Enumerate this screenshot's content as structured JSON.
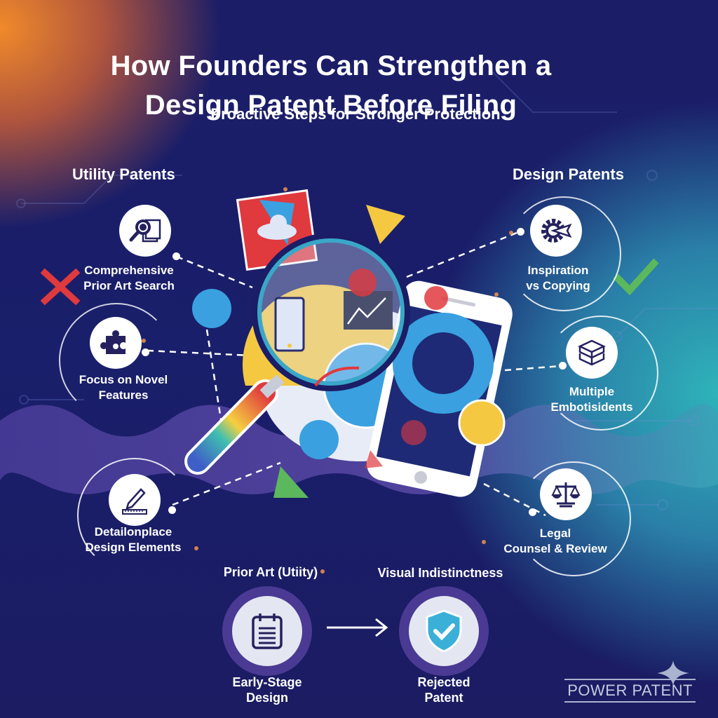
{
  "header": {
    "title_line1": "How Founders Can Strengthen a",
    "title_line2": "Design Patent Before Filing",
    "subtitle": "Proactive Steps for Stronger Protection"
  },
  "left_section": {
    "heading": "Utility Patents",
    "status_icon": "x-mark-icon",
    "status_color": "#e0393e",
    "items": [
      {
        "icon": "magnifier-documents-icon",
        "line1": "Comprehensive",
        "line2": "Prior Art Search"
      },
      {
        "icon": "puzzle-piece-icon",
        "line1": "Focus on Novel",
        "line2": "Features"
      },
      {
        "icon": "pencil-ruler-icon",
        "line1": "Detailonplace",
        "line2": "Design Elements"
      }
    ]
  },
  "right_section": {
    "heading": "Design Patents",
    "status_icon": "checkmark-icon",
    "status_color": "#5cb85c",
    "items": [
      {
        "icon": "gear-arrow-icon",
        "line1": "Inspiration",
        "line2": "vs Copying"
      },
      {
        "icon": "stacked-layers-icon",
        "line1": "Multiple",
        "line2": "Embotisidents"
      },
      {
        "icon": "scales-of-justice-icon",
        "line1": "Legal",
        "line2": "Counsel & Review"
      }
    ]
  },
  "flow": {
    "left": {
      "top_label": "Prior Art (Utiity)",
      "icon": "notepad-icon",
      "line1": "Early-Stage",
      "line2": "Design"
    },
    "arrow": "right-arrow-icon",
    "right": {
      "top_label": "Visual Indistinctness",
      "icon": "shield-check-icon",
      "line1": "Rejected",
      "line2": "Patent"
    }
  },
  "logo": {
    "text": "POWER PATENT"
  },
  "colors": {
    "background": "#1b1d66",
    "accent_orange": "#f08a2a",
    "accent_teal": "#2fb3b9",
    "blue": "#3aa0e0",
    "yellow": "#f5c842",
    "red": "#e0393e",
    "green": "#5cb85c",
    "purple": "#4a3a93"
  }
}
